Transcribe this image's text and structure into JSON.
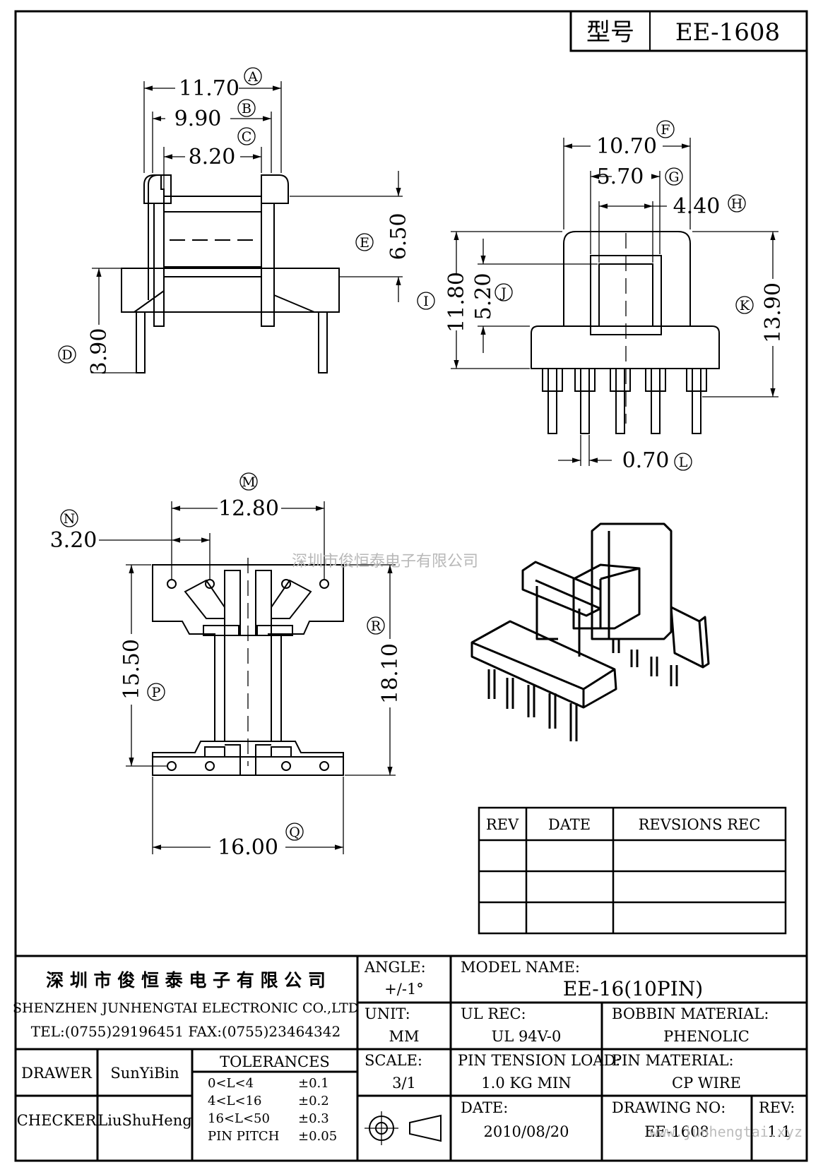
{
  "title_block": {
    "model_label": "型号",
    "model_value": "EE-1608"
  },
  "dimensions": {
    "A": "11.70",
    "B": "9.90",
    "C": "8.20",
    "D": "3.90",
    "E": "6.50",
    "F": "10.70",
    "G": "5.70",
    "H": "4.40",
    "I": "11.80",
    "J": "5.20",
    "K": "13.90",
    "L": "0.70",
    "M": "12.80",
    "N": "3.20",
    "P": "15.50",
    "Q": "16.00",
    "R": "18.10"
  },
  "callouts": {
    "A": "A",
    "B": "B",
    "C": "C",
    "D": "D",
    "E": "E",
    "F": "F",
    "G": "G",
    "H": "H",
    "I": "I",
    "J": "J",
    "K": "K",
    "L": "L",
    "M": "M",
    "N": "N",
    "P": "P",
    "Q": "Q",
    "R": "R"
  },
  "watermark": {
    "center": "深圳市俊恒泰电子有限公司",
    "corner": "www.junhengtai.xyz"
  },
  "revision_table": {
    "headers": [
      "REV",
      "DATE",
      "REVSIONS REC"
    ]
  },
  "company": {
    "name_cn": "深 圳 市 俊 恒 泰 电 子 有 限 公 司",
    "name_en": "SHENZHEN JUNHENGTAI ELECTRONIC CO.,LTD",
    "contact": "TEL:(0755)29196451 FAX:(0755)23464342"
  },
  "info": {
    "angle_label": "ANGLE:",
    "angle_value": "+/-1°",
    "model_name_label": "MODEL NAME:",
    "model_name_value": "EE-16(10PIN)",
    "unit_label": "UNIT:",
    "unit_value": "MM",
    "ul_label": "UL REC:",
    "ul_value": "UL 94V-0",
    "bobbin_label": "BOBBIN MATERIAL:",
    "bobbin_value": "PHENOLIC",
    "scale_label": "SCALE:",
    "scale_value": "3/1",
    "pin_tension_label": "PIN TENSION LOAD:",
    "pin_tension_value": "1.0 KG MIN",
    "pin_material_label": "PIN MATERIAL:",
    "pin_material_value": "CP WIRE",
    "date_label": "DATE:",
    "date_value": "2010/08/20",
    "drawing_no_label": "DRAWING NO:",
    "drawing_no_value": "EE-1608",
    "rev_label": "REV:",
    "rev_value": "1.1"
  },
  "people": {
    "drawer_label": "DRAWER",
    "drawer_value": "SunYiBin",
    "checker_label": "CHECKER",
    "checker_value": "LiuShuHeng"
  },
  "tolerances": {
    "title": "TOLERANCES",
    "rows": [
      {
        "range": "0<L<4",
        "tol": "±0.1"
      },
      {
        "range": "4<L<16",
        "tol": "±0.2"
      },
      {
        "range": "16<L<50",
        "tol": "±0.3"
      },
      {
        "range": "PIN PITCH",
        "tol": "±0.05"
      }
    ]
  }
}
